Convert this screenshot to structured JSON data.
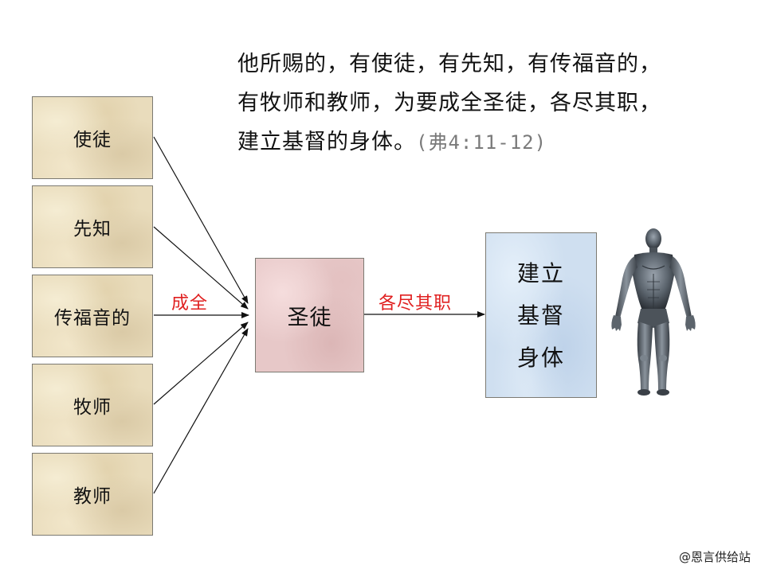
{
  "verse": {
    "line1": "他所赐的，有使徒，有先知，有传福音的，",
    "line2": "有牧师和教师，为要成全圣徒，各尽其职，",
    "line3_text": "建立基督的身体。",
    "line3_ref": "(弗4:11-12)"
  },
  "ministries": [
    "使徒",
    "先知",
    "传福音的",
    "牧师",
    "教师"
  ],
  "labels": {
    "equip": "成全",
    "function": "各尽其职"
  },
  "saints": "圣徒",
  "body_box": [
    "建立",
    "基督",
    "身体"
  ],
  "human_figure_icon": "human-anatomy-figure",
  "watermark": "@恩言供给站",
  "colors": {
    "label_red": "#e02020",
    "ministry_fill": "#e9dcbc",
    "saints_fill": "#e7c8c8",
    "body_fill": "#cfdff0"
  }
}
